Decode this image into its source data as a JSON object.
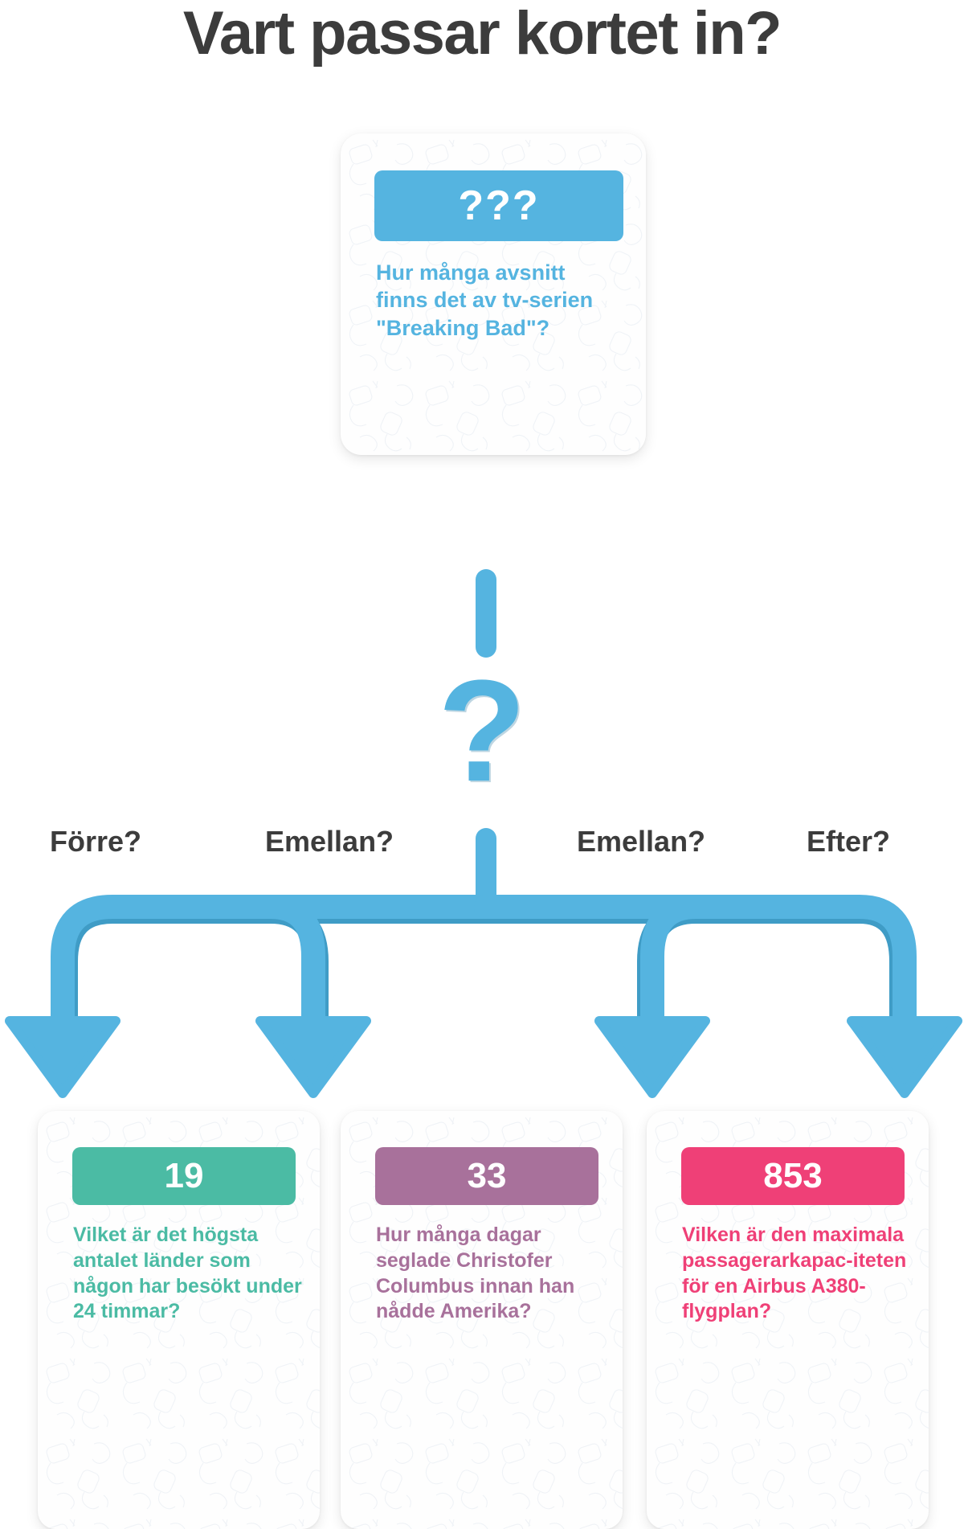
{
  "page": {
    "title": "Vart passar kortet in?",
    "background": "#ffffff",
    "title_color": "#3c3c3c"
  },
  "accent": {
    "blue": "#55b4e0",
    "blue_dark": "#3c93bd",
    "green": "#4bbba4",
    "purple": "#a8719b",
    "pink": "#ef4077"
  },
  "question_card": {
    "badge": "???",
    "question": "Hur många avsnitt finns det av tv-serien \"Breaking Bad\"?",
    "color": "#55b4e0"
  },
  "connector": {
    "question_mark": "?"
  },
  "branch_labels": [
    {
      "label": "Förre?"
    },
    {
      "label": "Emellan?"
    },
    {
      "label": "Emellan?"
    },
    {
      "label": "Efter?"
    }
  ],
  "answer_cards": [
    {
      "badge": "19",
      "question": "Vilket är det högsta antalet länder som någon har besökt under 24 timmar?",
      "color": "#4bbba4"
    },
    {
      "badge": "33",
      "question": "Hur många dagar seglade Christofer Columbus innan han nådde Amerika?",
      "color": "#a8719b"
    },
    {
      "badge": "853",
      "question": "Vilken är den maximala passagerarkapac-iteten för en Airbus A380-flygplan?",
      "color": "#ef4077"
    }
  ]
}
